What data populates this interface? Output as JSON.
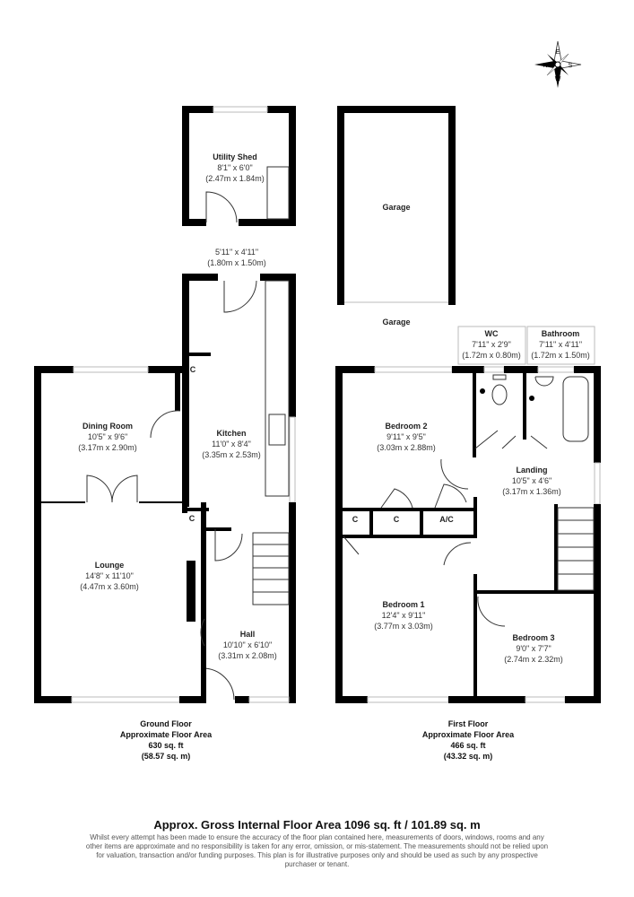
{
  "compass": {
    "n": "N",
    "e": "E",
    "s": "S",
    "w": "W"
  },
  "rooms": {
    "utility_shed": {
      "name": "Utility Shed",
      "imperial": "8'1\" x 6'0\"",
      "metric": "(2.47m x 1.84m)"
    },
    "outside": {
      "imperial": "5'11\" x 4'11\"",
      "metric": "(1.80m x 1.50m)"
    },
    "garage": {
      "name": "Garage",
      "label2": "Garage"
    },
    "dining": {
      "name": "Dining Room",
      "imperial": "10'5\" x 9'6\"",
      "metric": "(3.17m x 2.90m)"
    },
    "kitchen": {
      "name": "Kitchen",
      "imperial": "11'0\" x 8'4\"",
      "metric": "(3.35m x 2.53m)"
    },
    "lounge": {
      "name": "Lounge",
      "imperial": "14'8\" x 11'10\"",
      "metric": "(4.47m x 3.60m)"
    },
    "hall": {
      "name": "Hall",
      "imperial": "10'10\" x 6'10\"",
      "metric": "(3.31m x 2.08m)"
    },
    "wc": {
      "name": "WC",
      "imperial": "7'11\" x 2'9\"",
      "metric": "(1.72m x 0.80m)"
    },
    "bathroom": {
      "name": "Bathroom",
      "imperial": "7'11\" x 4'11\"",
      "metric": "(1.72m x 1.50m)"
    },
    "bedroom2": {
      "name": "Bedroom 2",
      "imperial": "9'11\" x 9'5\"",
      "metric": "(3.03m x 2.88m)"
    },
    "landing": {
      "name": "Landing",
      "imperial": "10'5\" x 4'6\"",
      "metric": "(3.17m x 1.36m)"
    },
    "bedroom1": {
      "name": "Bedroom 1",
      "imperial": "12'4\" x 9'11\"",
      "metric": "(3.77m x 3.03m)"
    },
    "bedroom3": {
      "name": "Bedroom 3",
      "imperial": "9'0\" x 7'7\"",
      "metric": "(2.74m x 2.32m)"
    },
    "cupboard": "C",
    "airing_cupboard": "A/C"
  },
  "floors": {
    "ground": {
      "title": "Ground Floor",
      "subtitle": "Approximate Floor Area",
      "sqft": "630 sq. ft",
      "sqm": "(58.57 sq. m)"
    },
    "first": {
      "title": "First Floor",
      "subtitle": "Approximate Floor Area",
      "sqft": "466 sq. ft",
      "sqm": "(43.32 sq. m)"
    }
  },
  "footer": {
    "gross": "Approx. Gross Internal Floor Area 1096 sq. ft / 101.89 sq. m",
    "disclaimer": "Whilst every attempt has been made to ensure the accuracy of the floor plan contained here, measurements of doors, windows, rooms and any other items are approximate and no responsibility is taken for any error, omission, or mis-statement. The measurements should not be relied upon for valuation, transaction and/or funding purposes. This plan is for illustrative purposes only and should be used as such by any prospective purchaser or tenant."
  }
}
